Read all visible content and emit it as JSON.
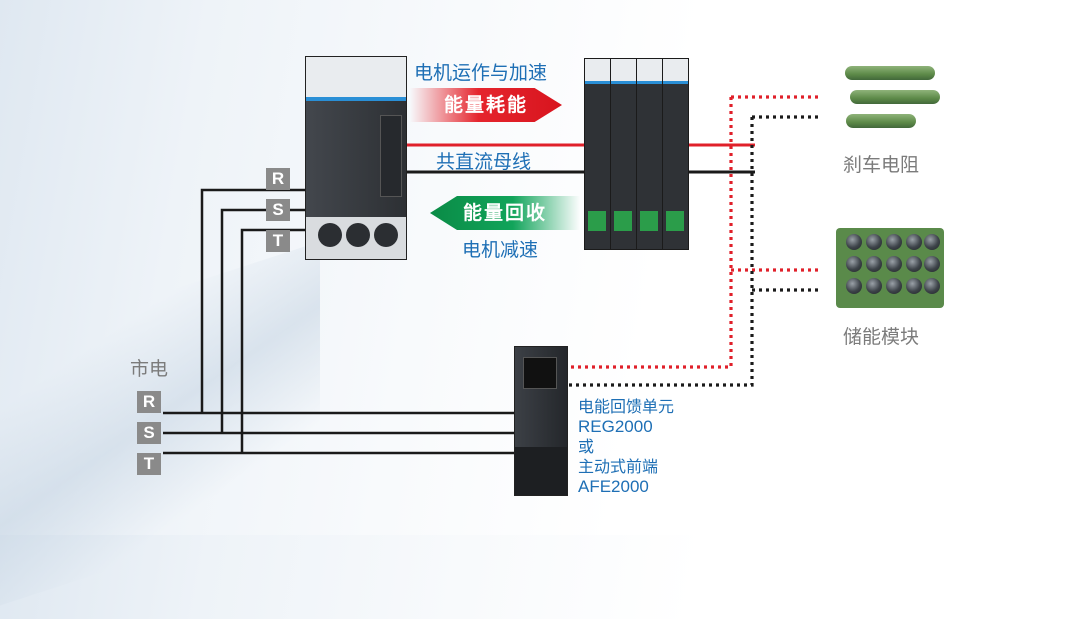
{
  "phases_top": [
    "R",
    "S",
    "T"
  ],
  "phases_bottom": [
    "R",
    "S",
    "T"
  ],
  "labels": {
    "motor_accel": "电机运作与加速",
    "energy_consume": "能量耗能",
    "dc_bus": "共直流母线",
    "energy_recover": "能量回收",
    "motor_decel": "电机减速",
    "brake_resistor": "刹车电阻",
    "storage_module": "储能模块",
    "mains": "市电",
    "regen_unit": "电能回馈单元",
    "reg_model": "REG2000",
    "or": "或",
    "active_front_end": "主动式前端",
    "afe_model": "AFE2000"
  },
  "colors": {
    "positive_bus": "#e0202a",
    "negative_bus": "#1a1a1a",
    "label_blue": "#1e6fb5",
    "label_grey": "#7b7b7b",
    "phase_box": "#8a8a8a"
  }
}
